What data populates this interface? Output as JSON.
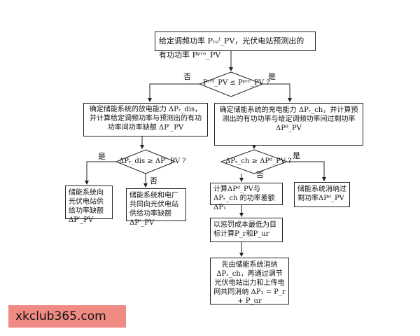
{
  "diagram": {
    "start": "给定调频功率 Pᵣₑᶠ_PV，光伏电站预测出的有功功率 Pᵖʳᵉ_PV",
    "decision1": "Pʳᵉᶠ_PV ≤ Pᵖʳᵉ_PV ?",
    "decision1_no": "否",
    "decision1_yes": "是",
    "left_step": "确定储能系统的放电能力 ΔPᵣ_dis，并计算给定调频功率与预测出的有功功率间功率缺额 ΔP′_PV",
    "right_step": "确定储能系统的充电能力 ΔPᵣ_ch，并计算预测出的有功功率与给定调频功率间过剩功率 ΔPᵈ_PV",
    "decision2": "ΔPᵣ_dis ≥ ΔP′_PV ?",
    "decision2_yes": "是",
    "decision2_no": "否",
    "decision3": "ΔPᵣ_ch ≥ ΔPᵈ_PV ?",
    "decision3_yes": "是",
    "decision3_no": "否",
    "storage_supply": "储能系统向光伏电站供给功率缺额 ΔP′_PV",
    "joint_supply": "储能系统和电厂共同向光伏电站供给功率缺额ΔP′_PV",
    "calc_diff": "计算ΔPᵈ_PV与ΔPᵣ_ch 的功率差额ΔP₁",
    "storage_absorb": "储能系统消纳过剩功率ΔPᵈ_PV",
    "min_penalty": "以惩罚成本最低为目标计算P_r和P_ur",
    "final": "先由储能系统消纳ΔPᵣ_ch，再通过调节光伏电站出力和上传电网共同消纳 ΔP₁ = P_r + P_ur"
  },
  "watermark": "xkclub365.com"
}
